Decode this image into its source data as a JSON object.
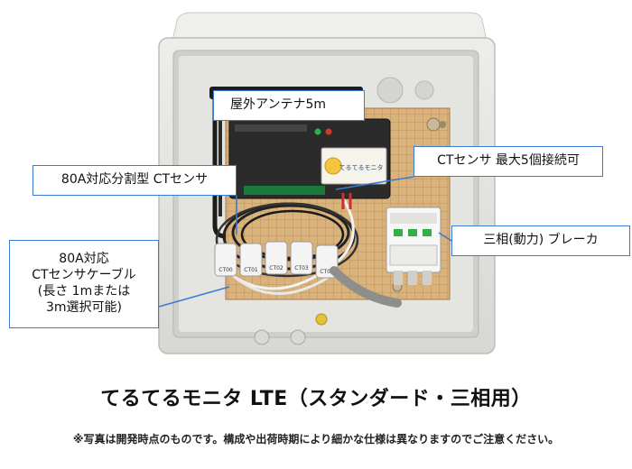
{
  "callouts": {
    "antenna": "屋外アンテナ5m",
    "ct_max": "CTセンサ 最大5個接続可",
    "ct_sensor": "80A対応分割型 CTセンサ",
    "breaker": "三相(動力) ブレーカ",
    "cable_lines": [
      "80A対応",
      "CTセンサケーブル",
      "(長さ 1mまたは",
      "3m選択可能)"
    ]
  },
  "device": {
    "brand_label": "てるてるモニタ"
  },
  "ct_labels": [
    "CT00",
    "CT01",
    "CT02",
    "CT03",
    "CT04"
  ],
  "title": "てるてるモニタ LTE（スタンダード・三相用）",
  "note": "※写真は開発時点のものです。構成や出荷時期により細かな仕様は異なりますのでご注意ください。",
  "colors": {
    "callout_border": "#3a7bd5",
    "enclosure": "#e6e6e2",
    "backboard": "#d9b27c",
    "device_body": "#2b2b2b",
    "breaker_indicator": "#2fae4a"
  }
}
